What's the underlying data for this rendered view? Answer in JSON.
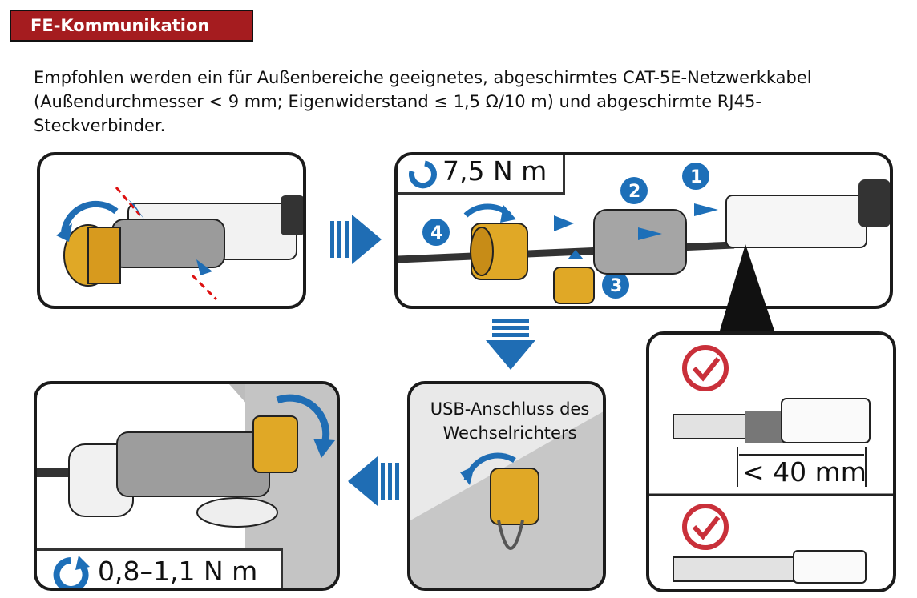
{
  "section_title": "FE-Kommunikation",
  "intro_text": "Empfohlen werden ein für Außenbereiche geeignetes, abgeschirmtes CAT-5E-Netzwerkkabel (Außendurchmesser < 9 mm; Eigenwiderstand ≤ 1,5 Ω/10 m) und abgeschirmte RJ45-Steckverbinder.",
  "panel2": {
    "torque": "7,5 N m",
    "steps": [
      "1",
      "2",
      "3",
      "4"
    ]
  },
  "panel4": {
    "torque": "0,8–1,1 N m"
  },
  "panel5": {
    "label": "USB-Anschluss des Wechselrichters"
  },
  "panel6": {
    "measure": "< 40 mm"
  },
  "colors": {
    "title_bg": "#a51c1f",
    "step_blue": "#1d6fb8",
    "arrow_blue": "#1f6db4",
    "brass": "#e0a826",
    "check_red": "#c9303a"
  }
}
